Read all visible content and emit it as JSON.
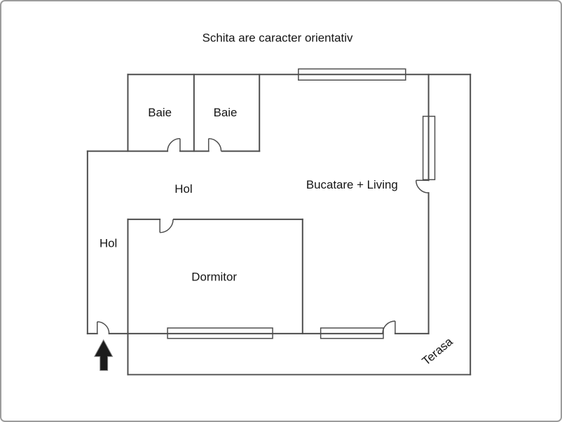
{
  "title": "Schita are caracter orientativ",
  "colors": {
    "wall": "#4d4d4d",
    "text": "#141414",
    "arrow": "#1c1c1c",
    "frame": "#9c9c9c",
    "background": "#ffffff"
  },
  "rooms": {
    "baie1": "Baie",
    "baie2": "Baie",
    "hol_upper": "Hol",
    "hol_lower": "Hol",
    "bucatare_living": "Bucatare + Living",
    "dormitor": "Dormitor",
    "terasa": "Terasa"
  },
  "icons": {
    "entrance_arrow": "up-arrow-entrance"
  }
}
